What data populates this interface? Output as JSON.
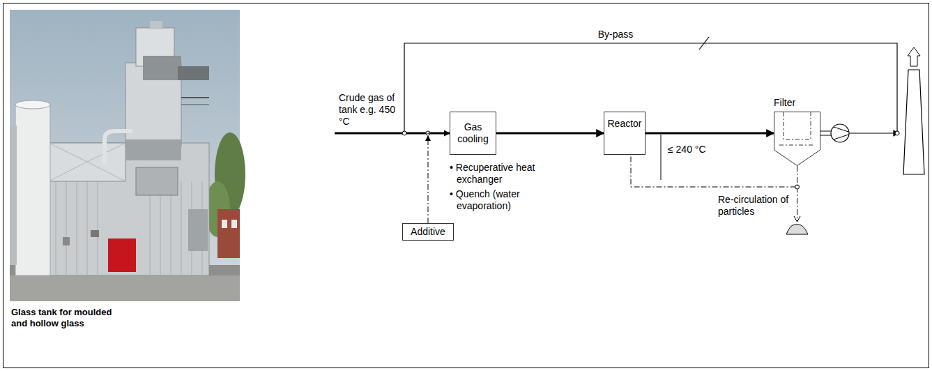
{
  "diagram": {
    "caption": "Glass tank for moulded and hollow glass",
    "nodes": [
      {
        "text": [
          "Gas cooling"
        ]
      },
      {
        "text": [
          "Reactor"
        ]
      },
      {
        "text": [
          "Filter"
        ]
      },
      {
        "text": [
          "Additive"
        ]
      }
    ],
    "edges": [
      {
        "from": 0,
        "to": 1,
        "arrow": "to"
      },
      {
        "from": 1,
        "to": 2,
        "arrow": "to"
      },
      {
        "from": 2,
        "to": 1,
        "arrow": "none"
      },
      {
        "from": 3,
        "to": 0,
        "arrow": "to"
      }
    ],
    "labels": [
      "By-pass",
      "Crude gas of tank e.g. 450 °C",
      "• Recuperative heat exchanger",
      "• Quench (water evaporation)",
      "≤ 240 °C",
      "Re-circulation of particles"
    ]
  }
}
